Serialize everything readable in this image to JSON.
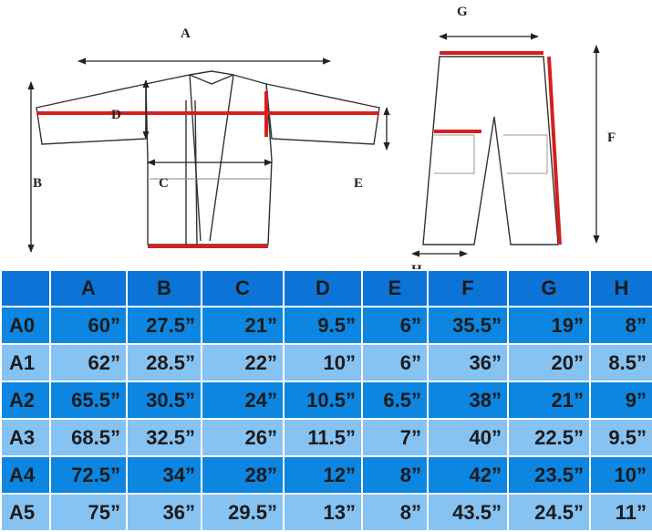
{
  "diagram": {
    "labels": {
      "A": "A",
      "B": "B",
      "C": "C",
      "D": "D",
      "E": "E",
      "F": "F",
      "G": "G",
      "H": "H"
    }
  },
  "table": {
    "columns": [
      "",
      "A",
      "B",
      "C",
      "D",
      "E",
      "F",
      "G",
      "H"
    ],
    "rows": [
      {
        "size": "A0",
        "values": [
          "60”",
          "27.5”",
          "21”",
          "9.5”",
          "6”",
          "35.5”",
          "19”",
          "8”"
        ]
      },
      {
        "size": "A1",
        "values": [
          "62”",
          "28.5”",
          "22”",
          "10”",
          "6”",
          "36”",
          "20”",
          "8.5”"
        ]
      },
      {
        "size": "A2",
        "values": [
          "65.5”",
          "30.5”",
          "24”",
          "10.5”",
          "6.5”",
          "38”",
          "21”",
          "9”"
        ]
      },
      {
        "size": "A3",
        "values": [
          "68.5”",
          "32.5”",
          "26”",
          "11.5”",
          "7”",
          "40”",
          "22.5”",
          "9.5”"
        ]
      },
      {
        "size": "A4",
        "values": [
          "72.5”",
          "34”",
          "28”",
          "12”",
          "8”",
          "42”",
          "23.5”",
          "10”"
        ]
      },
      {
        "size": "A5",
        "values": [
          "75”",
          "36”",
          "29.5”",
          "13”",
          "8”",
          "43.5”",
          "24.5”",
          "11”"
        ]
      }
    ]
  },
  "colors": {
    "header": "#0c74d6",
    "row_dark": "#0c86e0",
    "row_light": "#86c3f3",
    "measure_red": "#d42020"
  }
}
